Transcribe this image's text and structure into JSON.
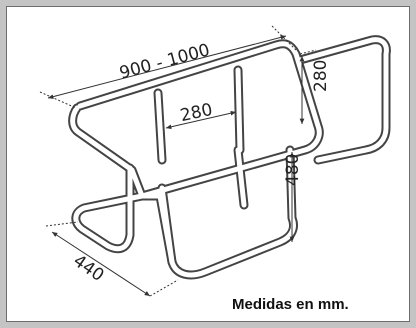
{
  "dimensions": {
    "length": "900 - 1000",
    "inner_width": "280",
    "back_height": "280",
    "seat_height": "480",
    "depth": "440"
  },
  "caption": "Medidas en mm.",
  "colors": {
    "frame": "#c4c4c4",
    "border": "#6e6e6e",
    "line": "#444444",
    "dimension": "#333333"
  }
}
